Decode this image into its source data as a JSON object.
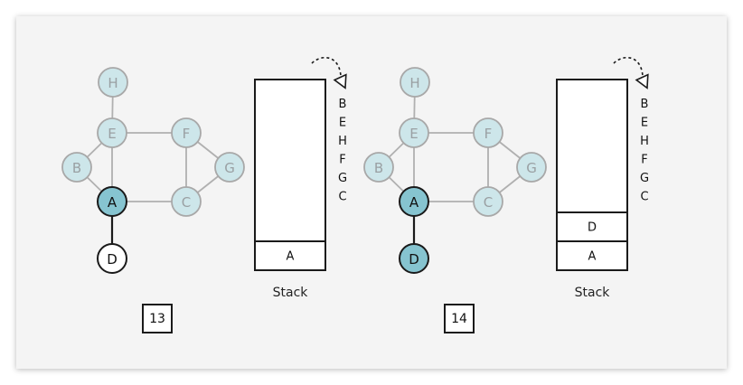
{
  "colors": {
    "faded_fill": "#cde6ea",
    "faded_stroke": "#a8a8a8",
    "faded_text": "#9aa0a3",
    "active_fill": "#86c4d0",
    "active_stroke": "#1a1a1a",
    "edge_faded": "#b0b0b0",
    "edge_active": "#1a1a1a"
  },
  "panels": [
    {
      "step": "13",
      "stack_caption": "Stack",
      "stack_items": [
        "A"
      ],
      "pending": [
        "B",
        "E",
        "H",
        "F",
        "G",
        "C"
      ],
      "nodes": [
        {
          "id": "H",
          "label": "H",
          "state": "faded"
        },
        {
          "id": "E",
          "label": "E",
          "state": "faded"
        },
        {
          "id": "F",
          "label": "F",
          "state": "faded"
        },
        {
          "id": "B",
          "label": "B",
          "state": "faded"
        },
        {
          "id": "G",
          "label": "G",
          "state": "faded"
        },
        {
          "id": "A",
          "label": "A",
          "state": "active"
        },
        {
          "id": "C",
          "label": "C",
          "state": "faded"
        },
        {
          "id": "D",
          "label": "D",
          "state": "current-empty"
        }
      ],
      "active_edges": [
        "A-D"
      ]
    },
    {
      "step": "14",
      "stack_caption": "Stack",
      "stack_items": [
        "A",
        "D"
      ],
      "pending": [
        "B",
        "E",
        "H",
        "F",
        "G",
        "C"
      ],
      "nodes": [
        {
          "id": "H",
          "label": "H",
          "state": "faded"
        },
        {
          "id": "E",
          "label": "E",
          "state": "faded"
        },
        {
          "id": "F",
          "label": "F",
          "state": "faded"
        },
        {
          "id": "B",
          "label": "B",
          "state": "faded"
        },
        {
          "id": "G",
          "label": "G",
          "state": "faded"
        },
        {
          "id": "A",
          "label": "A",
          "state": "active"
        },
        {
          "id": "C",
          "label": "C",
          "state": "faded"
        },
        {
          "id": "D",
          "label": "D",
          "state": "active"
        }
      ],
      "active_edges": [
        "A-D"
      ]
    }
  ],
  "edges": [
    "H-E",
    "E-F",
    "E-B",
    "E-A",
    "B-A",
    "F-G",
    "F-C",
    "G-C",
    "A-C",
    "A-D"
  ]
}
